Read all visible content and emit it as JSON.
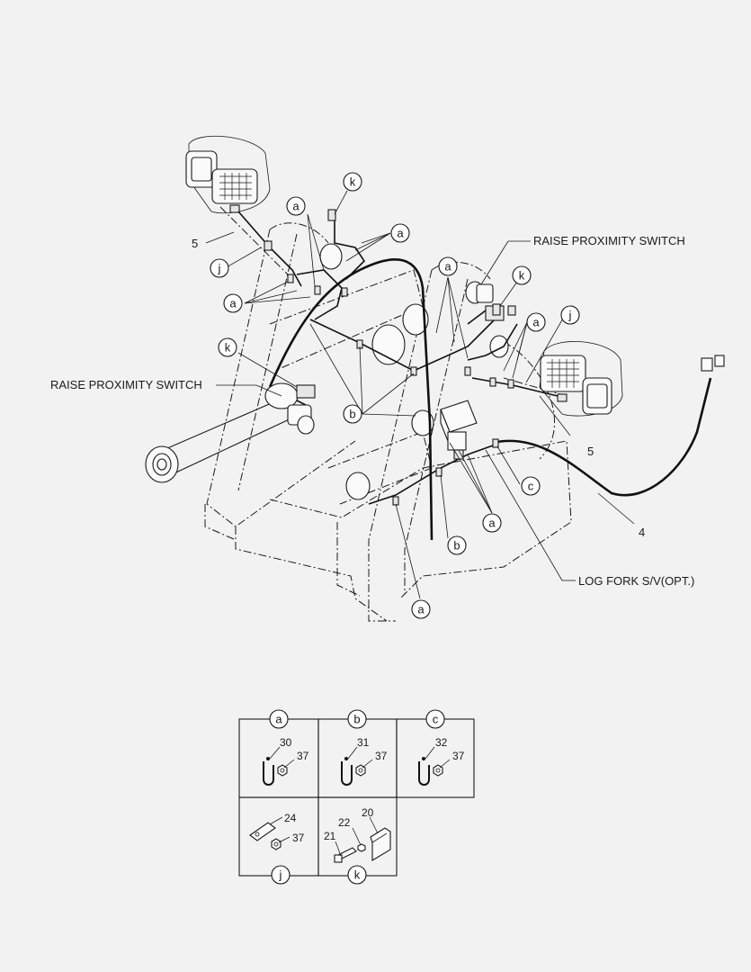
{
  "callouts": {
    "a": "a",
    "b": "b",
    "c": "c",
    "j": "j",
    "k": "k"
  },
  "labels": {
    "raise_switch_right": "RAISE PROXIMITY SWITCH",
    "raise_switch_left": "RAISE PROXIMITY SWITCH",
    "log_fork": "LOG FORK S/V(OPT.)",
    "item_4": "4",
    "item_5_left": "5",
    "item_5_right": "5"
  },
  "detail_table": {
    "a": {
      "letter": "a",
      "parts": [
        "30",
        "37"
      ]
    },
    "b": {
      "letter": "b",
      "parts": [
        "31",
        "37"
      ]
    },
    "c": {
      "letter": "c",
      "parts": [
        "32",
        "37"
      ]
    },
    "j": {
      "letter": "j",
      "parts": [
        "24",
        "37"
      ]
    },
    "k": {
      "letter": "k",
      "parts": [
        "20",
        "22",
        "21"
      ]
    }
  }
}
